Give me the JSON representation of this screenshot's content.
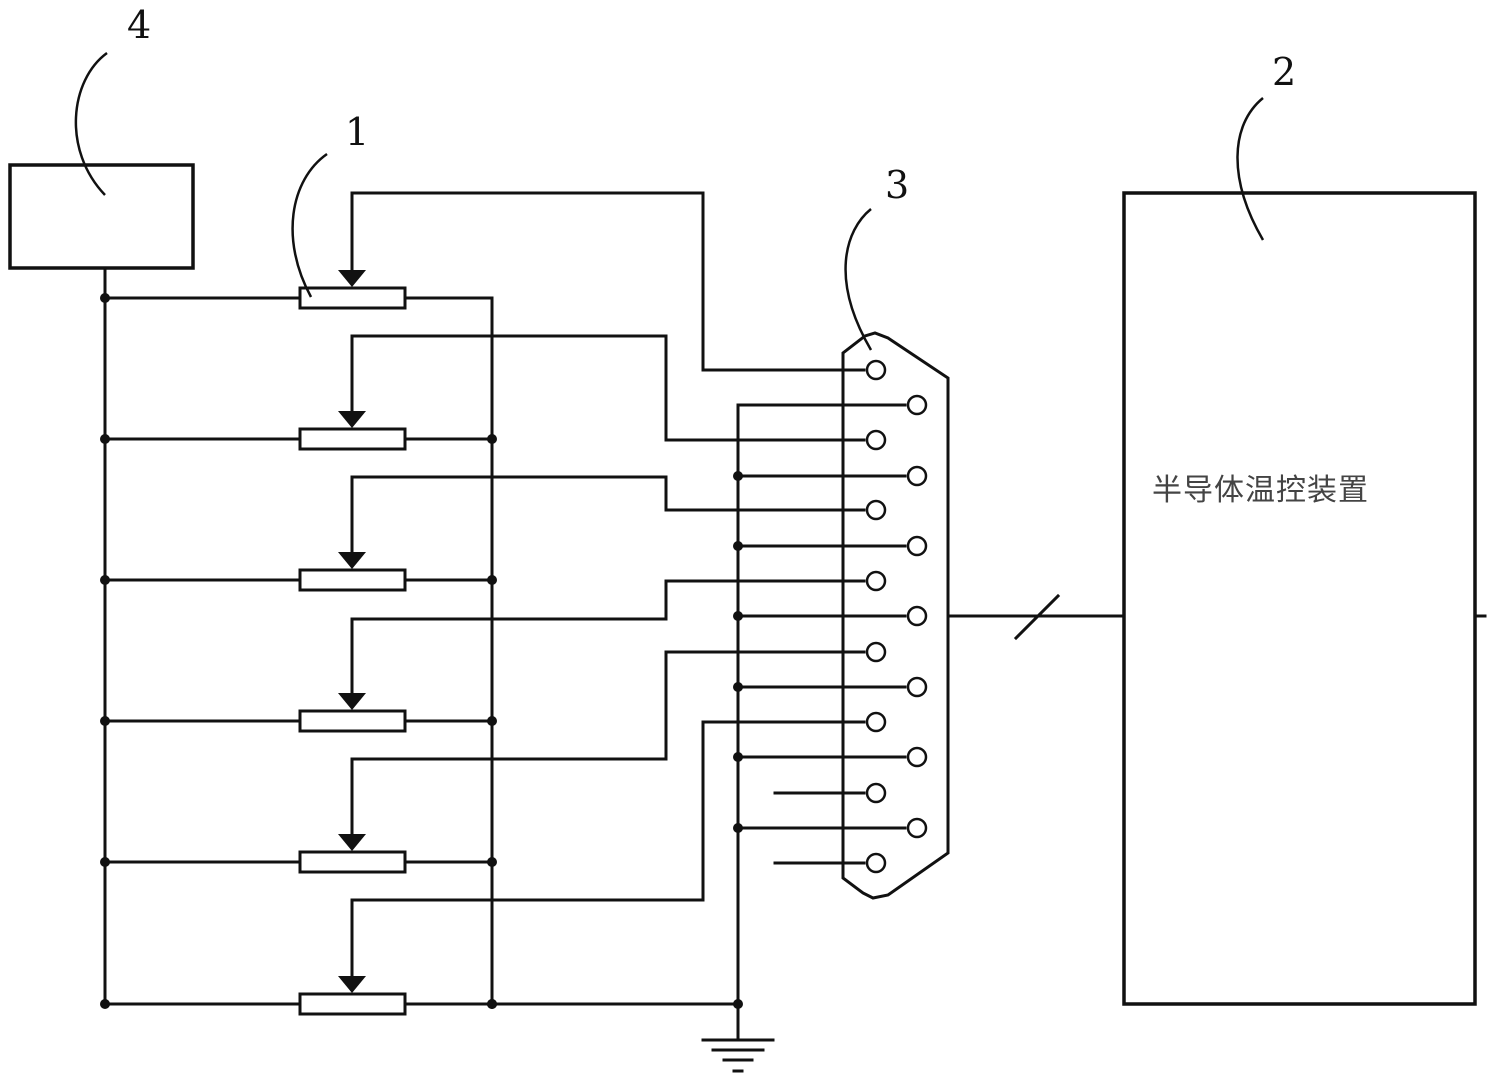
{
  "diagram": {
    "title": "",
    "reference_labels": {
      "potentiometers": "1",
      "temperature_control_device": "2",
      "connector": "3",
      "power_supply": "4"
    },
    "device_label": "半导体温控装置",
    "components": {
      "power_supply_box": "4",
      "potentiometer_count": 6,
      "connector_pins_left_column": 8,
      "connector_pins_right_column": 7,
      "connector_total_pins": 15,
      "unconnected_stub_pins": 2,
      "ground": "ground-symbol",
      "bus_link": "multi-wire-bus"
    },
    "colors": {
      "line": "#111111",
      "background": "#ffffff",
      "device_text": "#444444"
    }
  }
}
